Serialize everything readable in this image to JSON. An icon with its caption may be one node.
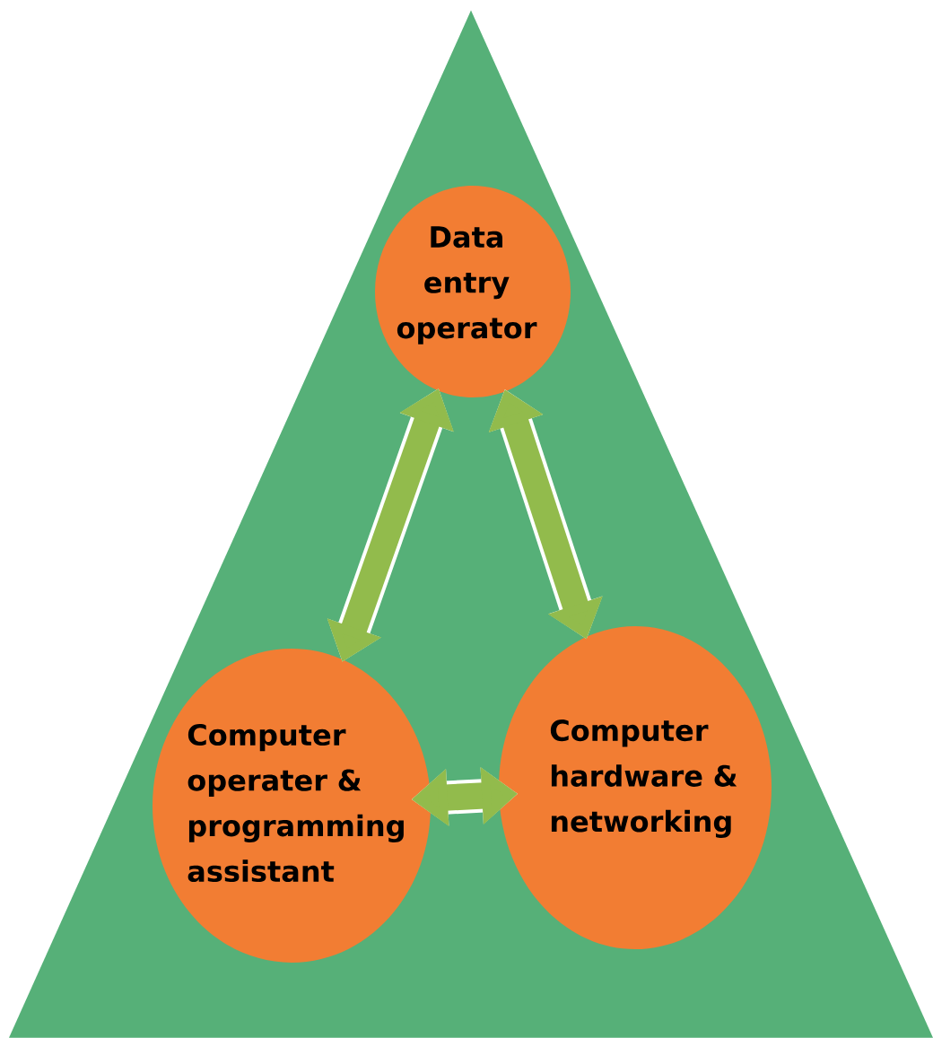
{
  "diagram": {
    "nodes": [
      {
        "text": [],
        "shape": "triangle"
      },
      {
        "text": [
          "Data entry operator"
        ],
        "in": 0
      },
      {
        "text": [
          "Computer operater & programming assistant"
        ],
        "in": 0
      },
      {
        "text": [
          "Computer hardware & networking"
        ],
        "in": 0
      }
    ],
    "edges": [
      {
        "from": 2,
        "to": 1,
        "arrow": "both"
      },
      {
        "from": 1,
        "to": 3,
        "arrow": "both"
      },
      {
        "from": 2,
        "to": 3,
        "arrow": "both"
      }
    ]
  }
}
